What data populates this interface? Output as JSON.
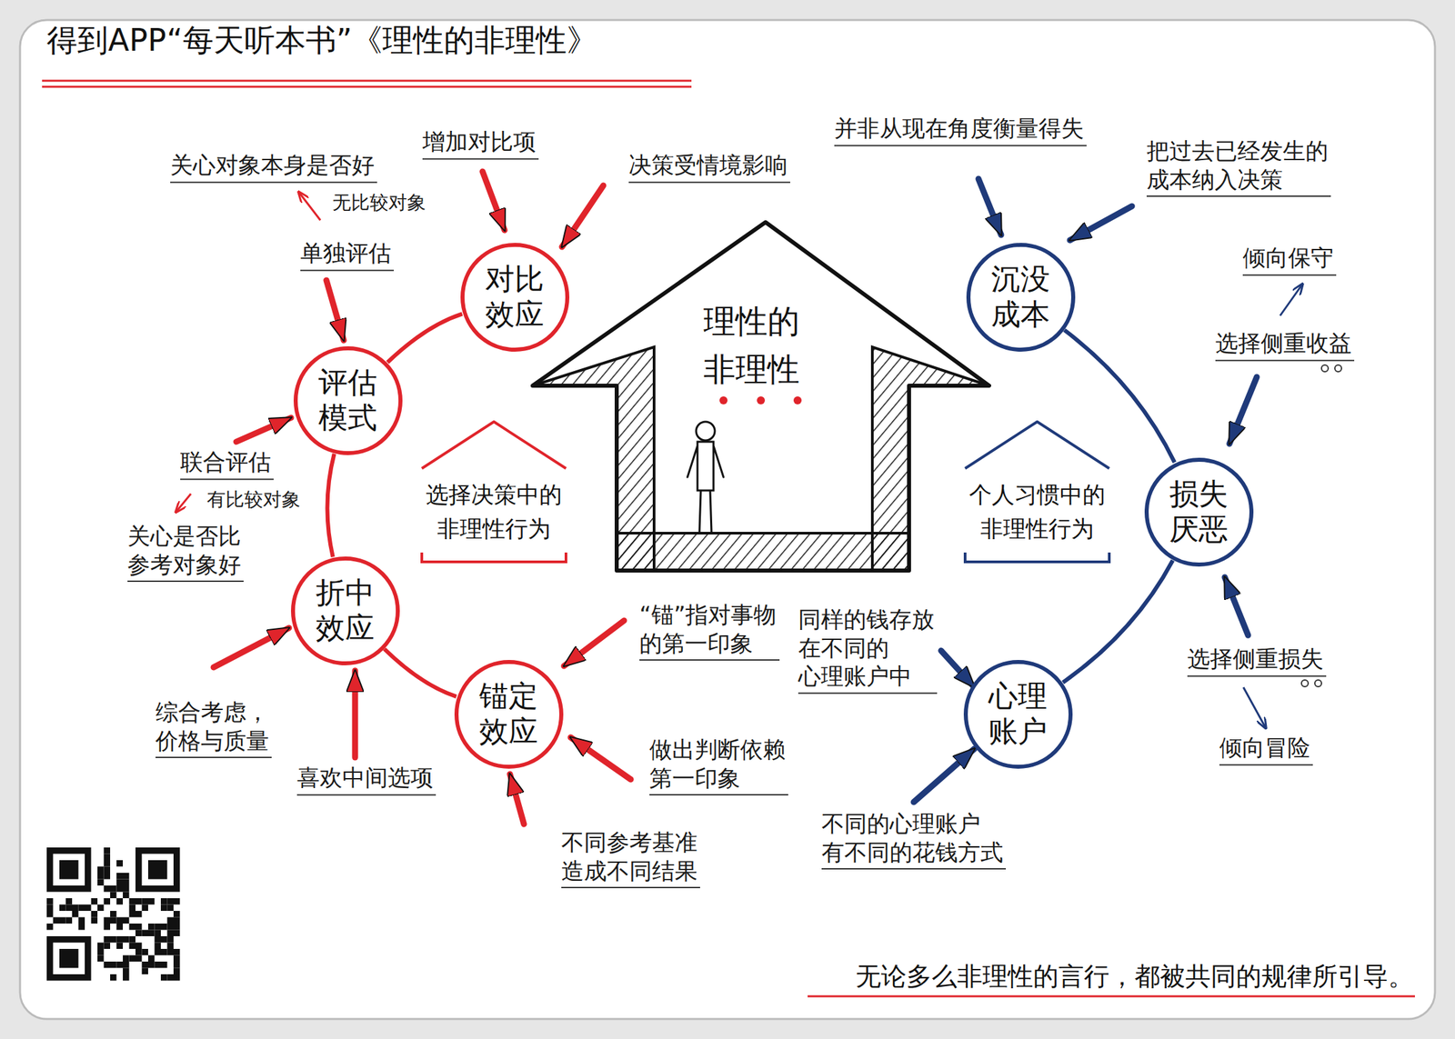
{
  "diagram": {
    "title": "得到APP“每天听本书”《理性的非理性》",
    "caption": "无论多么非理性的言行，都被共同的规律所引导。",
    "nodes": [
      {
        "text": [
          "对比 效应"
        ]
      },
      {
        "text": [
          "评估 模式"
        ]
      },
      {
        "text": [
          "折中 效应"
        ]
      },
      {
        "text": [
          "锚定 效应"
        ]
      },
      {
        "text": [
          "理性的 非理性"
        ]
      },
      {
        "text": [
          "选择决策中的 非理性行为"
        ]
      },
      {
        "text": [
          "个人习惯中的 非理性行为"
        ]
      },
      {
        "text": [
          "沉没 成本"
        ]
      },
      {
        "text": [
          "损失 厌恶"
        ]
      },
      {
        "text": [
          "心理 账户"
        ]
      }
    ],
    "edges": [
      {
        "from": 0,
        "to": 1,
        "arrow": "none"
      },
      {
        "from": 1,
        "to": 2,
        "arrow": "none"
      },
      {
        "from": 2,
        "to": 3,
        "arrow": "none"
      },
      {
        "from": 7,
        "to": 8,
        "arrow": "none"
      },
      {
        "from": 8,
        "to": 9,
        "arrow": "none"
      }
    ],
    "labels": [
      "关心对象本身是否好",
      "无比较对象",
      "单独评估",
      "增加对比项",
      "决策受情境影响",
      "并非从现在角度衡量得失",
      "把过去已经发生的 成本纳入决策",
      "倾向保守",
      "选择侧重收益",
      "联合评估",
      "有比较对象",
      "关心是否比 参考对象好",
      "“锚”指对事物 的第一印象",
      "同样的钱存放 在不同的 心理账户中",
      "选择侧重损失",
      "倾向冒险",
      "综合考虑， 价格与质量",
      "喜欢中间选项",
      "做出判断依赖 第一印象",
      "不同参考基准 造成不同结果",
      "不同的心理账户 有不同的花钱方式"
    ]
  }
}
